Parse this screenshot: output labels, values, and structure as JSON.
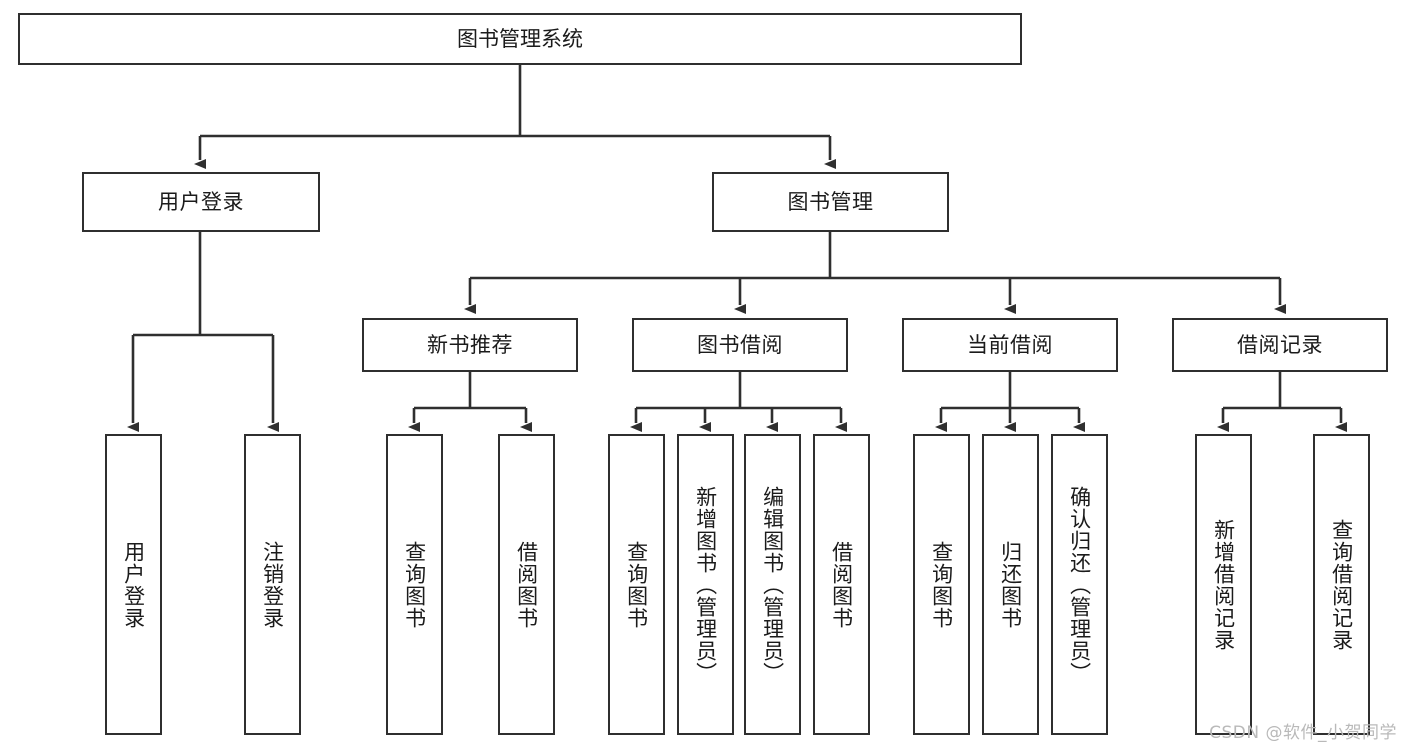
{
  "diagram": {
    "title": "图书管理系统",
    "watermark": "CSDN @软件_小贺同学",
    "colors": {
      "stroke": "#2f2f2f",
      "background": "#ffffff",
      "text": "#1b1b1b",
      "watermark": "#b9b9b9"
    },
    "nodes": {
      "root": {
        "label": "图书管理系统"
      },
      "level2": [
        {
          "label": "用户登录"
        },
        {
          "label": "图书管理"
        }
      ],
      "level3": [
        {
          "label": "新书推荐"
        },
        {
          "label": "图书借阅"
        },
        {
          "label": "当前借阅"
        },
        {
          "label": "借阅记录"
        }
      ],
      "leaves_user_login": [
        {
          "label": "用户登录"
        },
        {
          "label": "注销登录"
        }
      ],
      "leaves_new_book": [
        {
          "label": "查询图书"
        },
        {
          "label": "借阅图书"
        }
      ],
      "leaves_borrow_book": [
        {
          "label": "查询图书"
        },
        {
          "label": "新增图书（管理员）"
        },
        {
          "label": "编辑图书（管理员）"
        },
        {
          "label": "借阅图书"
        }
      ],
      "leaves_current_borrow": [
        {
          "label": "查询图书"
        },
        {
          "label": "归还图书"
        },
        {
          "label": "确认归还（管理员）"
        }
      ],
      "leaves_borrow_record": [
        {
          "label": "新增借阅记录"
        },
        {
          "label": "查询借阅记录"
        }
      ]
    }
  }
}
